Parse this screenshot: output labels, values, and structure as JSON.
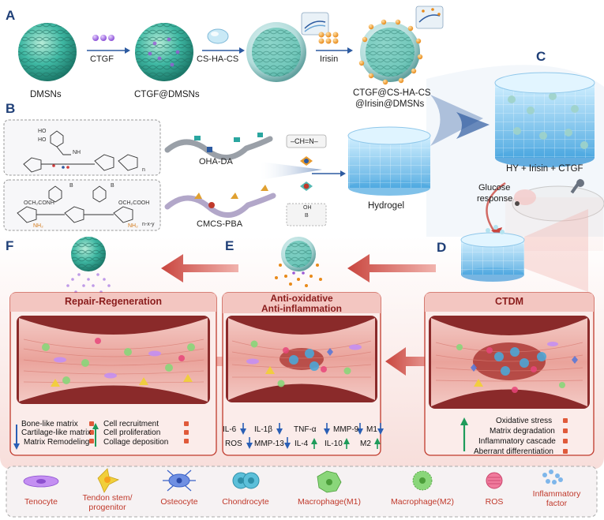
{
  "panels": {
    "a": "A",
    "b": "B",
    "c": "C",
    "d": "D",
    "e": "E",
    "f": "F"
  },
  "row_a": {
    "dmsns": "DMSNs",
    "ctgf": "CTGF",
    "ctgf_dmsns": "CTGF@DMSNs",
    "cs_ha_cs": "CS-HA-CS",
    "irisin": "Irisin",
    "final_1": "CTGF@CS-HA-CS",
    "final_2": "@Irisin@DMSNs"
  },
  "row_b": {
    "oha_da": "OHA-DA",
    "cmcs_pba": "CMCS-PBA",
    "hydrogel": "Hydrogel",
    "schiff": "–CH=N–",
    "chem_ho1": "HO",
    "chem_ho2": "HO",
    "chem_nh": "NH",
    "chem_n": "n",
    "chem_oh": "OH",
    "chem_b1": "B",
    "chem_b2": "B",
    "chem_b3": "B",
    "chem_och1": "OCH₂CONH",
    "chem_och2": "OCH₂COOH",
    "chem_nh2a": "NH₂",
    "chem_nh2b": "NH₂",
    "chem_nxy": "n-x-y"
  },
  "row_c": {
    "formula": "HY + Irisin + CTGF",
    "glucose_1": "Glucose",
    "glucose_2": "response"
  },
  "boxes": {
    "repair": {
      "title": "Repair-Regeneration",
      "left_items": [
        "Bone-like matrix",
        "Cartilage-like matrix",
        "Matrix Remodeling"
      ],
      "right_items": [
        "Cell recruitment",
        "Cell proliferation",
        "Collage deposition"
      ]
    },
    "anti": {
      "title_1": "Anti-oxidative",
      "title_2": "Anti-inflammation",
      "markers_row1": [
        "IL-6",
        "IL-1β",
        "TNF-α",
        "MMP-9",
        "M1"
      ],
      "markers_row2": [
        "ROS",
        "MMP-13",
        "IL-4",
        "IL-10",
        "M2"
      ]
    },
    "ctdm": {
      "title": "CTDM",
      "items": [
        "Oxidative stress",
        "Matrix degradation",
        "Inflammatory cascade",
        "Aberrant differentiation"
      ]
    }
  },
  "legend": [
    {
      "label": "Tenocyte",
      "icon": "tenocyte-icon"
    },
    {
      "label": "Tendon stem/\nprogenitor",
      "icon": "tendon-stem-icon"
    },
    {
      "label": "Osteocyte",
      "icon": "osteocyte-icon"
    },
    {
      "label": "Chondrocyte",
      "icon": "chondrocyte-icon"
    },
    {
      "label": "Macrophage(M1)",
      "icon": "macrophage-m1-icon"
    },
    {
      "label": "Macrophage(M2)",
      "icon": "macrophage-m2-icon"
    },
    {
      "label": "ROS",
      "icon": "ros-icon"
    },
    {
      "label": "Inflammatory\nfactor",
      "icon": "inflammatory-factor-icon"
    }
  ],
  "colors": {
    "dmsn": "#3fb8a3",
    "gel": "#7fc6ee",
    "box_border": "#c0392b",
    "box_fill": "#f7dedb",
    "arrow_red": "#d9605a",
    "up_green": "#1e9b5a",
    "down_blue": "#2a5fb5",
    "panel_letter": "#1f3f77",
    "bullet": "#e05a3a"
  }
}
